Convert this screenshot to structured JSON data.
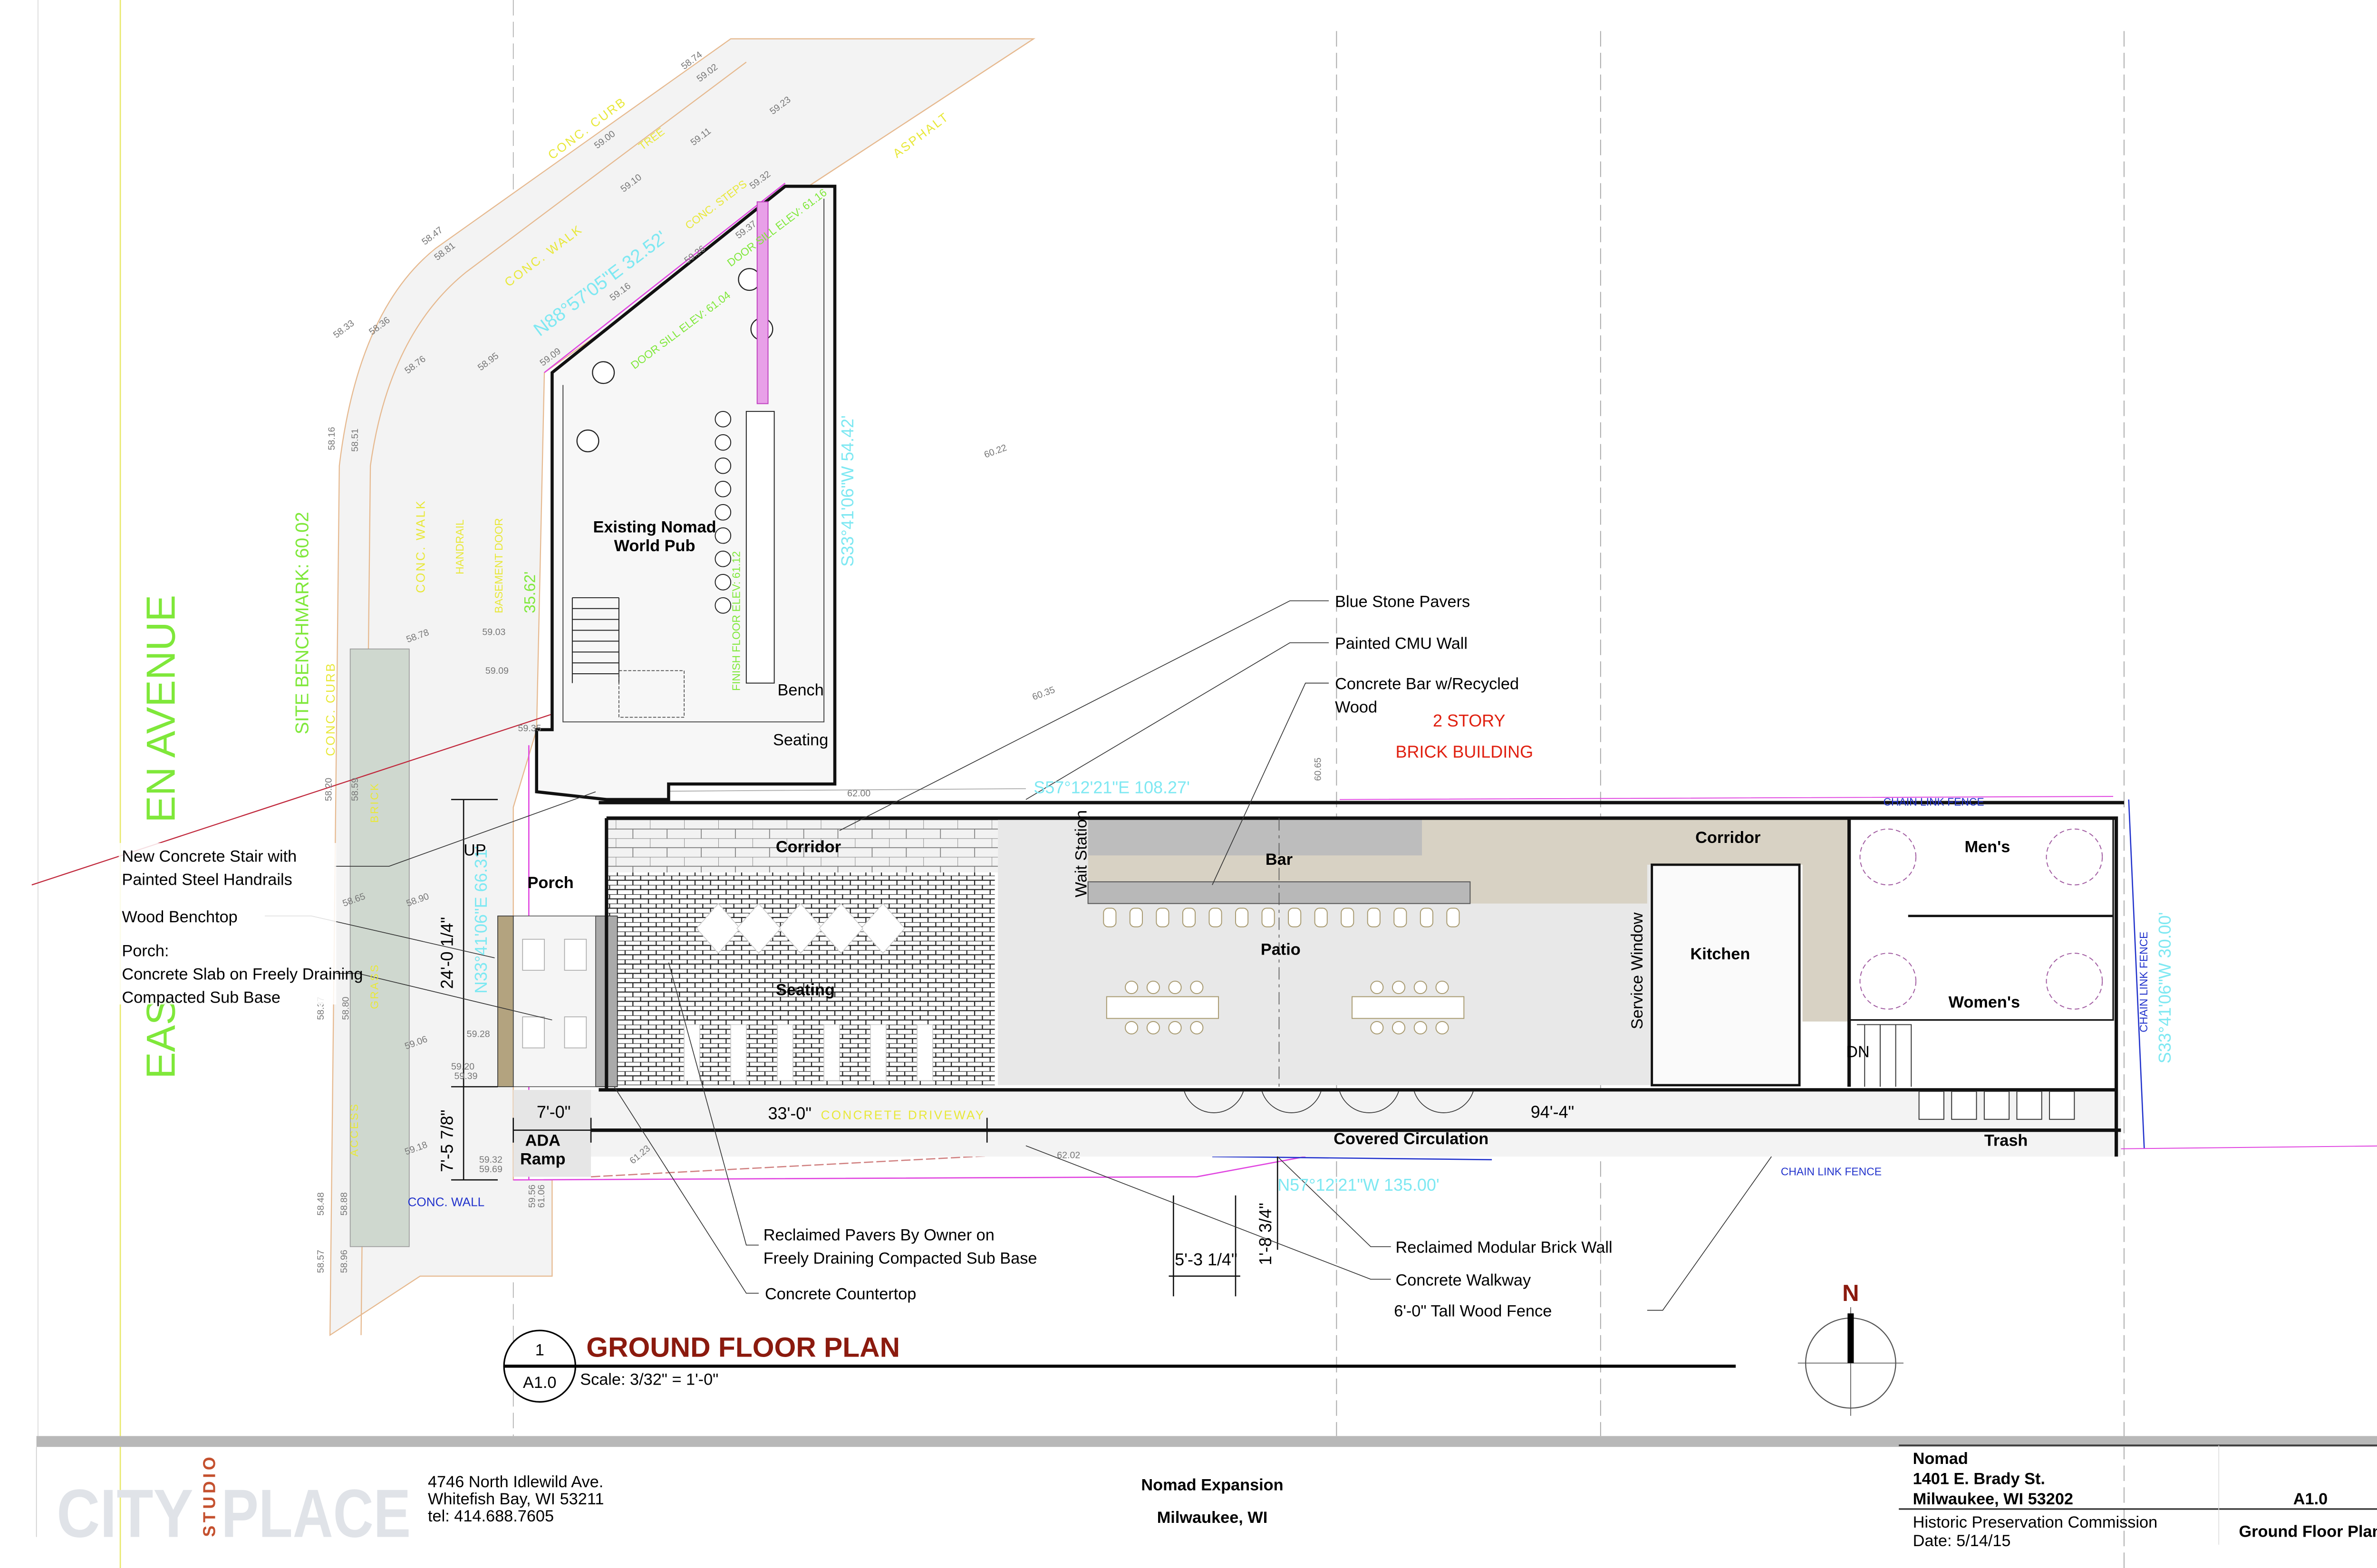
{
  "site": {
    "street_part_1": "EAS",
    "street_part_2": "EN AVENUE",
    "site_benchmark": "SITE BENCHMARK: 60.02",
    "conc_curb_left": "CONC. CURB",
    "conc_walk_left": "CONC. WALK",
    "handrail": "HANDRAIL",
    "basement_door": "BASEMENT DOOR",
    "dim_35_62": "35.62'",
    "brick": "BRICK",
    "grass": "GRASS",
    "access": "ACCESS",
    "bearing_west": "N33°41'06\"E 66.31'",
    "conc_curb_top": "CONC. CURB",
    "conc_walk_top": "CONC. WALK",
    "bearing_north": "N88°57'05\"E 32.52'",
    "asphalt": "ASPHALT",
    "tree": "TREE",
    "conc_steps": "CONC. STEPS",
    "door_sill_1": "DOOR SILL ELEV: 61.04",
    "door_sill_2": "DOOR SILL ELEV: 61.16",
    "bearing_pub_east": "S33°41'06\"W 54.42'",
    "finish_floor": "FINISH FLOOR ELEV: 61.12",
    "bearing_top": "S57°12'21\"E 108.27'",
    "neighbor_building_1": "2 STORY",
    "neighbor_building_2": "BRICK BUILDING",
    "chain_link_top": "CHAIN LINK FENCE",
    "chain_link_bottom": "CHAIN LINK FENCE",
    "chain_link_right": "CHAIN LINK FENCE",
    "bearing_east": "S33°41'06\"W 30.00'",
    "bearing_south": "N57°12'21\"W 135.00'",
    "conc_wall": "CONC. WALL",
    "concrete_driveway": "CONCRETE DRIVEWAY",
    "elevations": [
      "58.74",
      "59.02",
      "59.23",
      "59.00",
      "59.11",
      "59.10",
      "59.32",
      "58.47",
      "58.81",
      "59.37",
      "59.26",
      "59.16",
      "58.33",
      "58.36",
      "58.76",
      "58.95",
      "59.09",
      "58.16",
      "58.51",
      "58.78",
      "59.03",
      "59.09",
      "59.35",
      "58.20",
      "58.59",
      "58.65",
      "58.90",
      "58.37",
      "58.80",
      "59.06",
      "59.28",
      "59.20",
      "59.39",
      "59.18",
      "59.32",
      "59.69",
      "58.48",
      "58.88",
      "58.57",
      "58.96",
      "59.56",
      "61.06",
      "61.23",
      "62.02",
      "62.00",
      "60.35",
      "60.22",
      "60.65"
    ]
  },
  "plan_labels": {
    "existing_pub_1": "Existing Nomad",
    "existing_pub_2": "World Pub",
    "bench": "Bench",
    "pub_seating": "Seating",
    "up": "UP",
    "porch": "Porch",
    "corridor_left": "Corridor",
    "seating": "Seating",
    "wait_station": "Wait Station",
    "bar": "Bar",
    "patio": "Patio",
    "corridor_right": "Corridor",
    "kitchen": "Kitchen",
    "service_window": "Service Window",
    "mens": "Men's",
    "womens": "Women's",
    "dn": "DN",
    "covered_circulation": "Covered Circulation",
    "trash": "Trash",
    "ada_1": "ADA",
    "ada_2": "Ramp"
  },
  "dimensions": {
    "porch_height": "24'-0 1/4\"",
    "ramp_height": "7'-5 7/8\"",
    "ramp_width": "7'-0\"",
    "seating_width": "33'-0\"",
    "patio_width": "94'-4\"",
    "walk_width": "5'-3 1/4\"",
    "walk_offset": "1'-8 3/4\""
  },
  "callouts": {
    "blue_stone": "Blue Stone Pavers",
    "cmu_wall": "Painted CMU Wall",
    "bar_1": "Concrete Bar w/Recycled",
    "bar_2": "Wood",
    "stair_1": "New Concrete Stair with",
    "stair_2": "Painted Steel Handrails",
    "benchtop": "Wood Benchtop",
    "porch_1": "Porch:",
    "porch_2": "Concrete Slab on Freely Draining",
    "porch_3": "Compacted Sub Base",
    "pavers_1": "Reclaimed Pavers By Owner on",
    "pavers_2": "Freely Draining Compacted Sub Base",
    "countertop": "Concrete Countertop",
    "brick_wall": "Reclaimed Modular Brick Wall",
    "walkway": "Concrete Walkway",
    "fence": "6'-0\" Tall Wood Fence"
  },
  "drawing_title": {
    "number": "1",
    "sheet": "A1.0",
    "title": "GROUND FLOOR PLAN",
    "scale": "Scale: 3/32\" = 1'-0\"",
    "title_color": "#8b1a0e"
  },
  "north_arrow": {
    "label": "N"
  },
  "title_block": {
    "logo_city": "CITY",
    "logo_studio": "STUDIO",
    "logo_place": "PLACE",
    "address_1": "4746 North Idlewild Ave.",
    "address_2": "Whitefish Bay, WI  53211",
    "phone": "tel:  414.688.7605",
    "project": "Nomad Expansion",
    "city": "Milwaukee, WI",
    "client": "Nomad",
    "client_address_1": "1401 E. Brady St.",
    "client_address_2": "Milwaukee, WI 53202",
    "submission": "Historic Preservation Commission",
    "date": "Date: 5/14/15",
    "sheet_number": "A1.0",
    "sheet_title": "Ground Floor Plan"
  }
}
